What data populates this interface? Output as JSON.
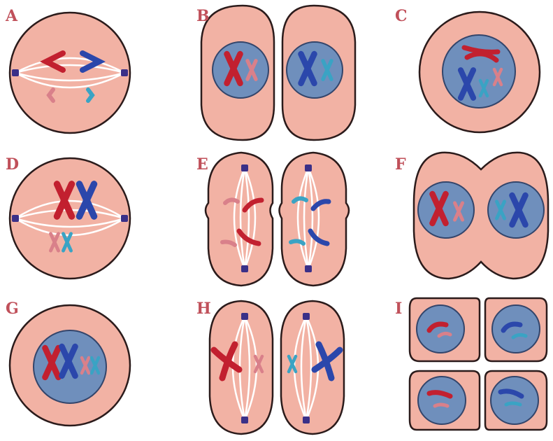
{
  "figure": {
    "label_color": "#c0505a",
    "colors": {
      "cytoplasm": "#f2b2a4",
      "cytoplasm_edge": "#e89a8c",
      "membrane": "#2b1b1b",
      "nucleus": "#6f8fbc",
      "nucleus_edge": "#33456b",
      "spindle": "#ffffff",
      "centrosome": "#3a3088",
      "chromosome_red": "#c2202f",
      "chromosome_blue": "#2b47ab",
      "chromosome_pink": "#d9808a",
      "chromosome_cyan": "#3aa3c4"
    },
    "panels": [
      {
        "id": "A",
        "label": "A",
        "stage": "anaphase-I-like"
      },
      {
        "id": "B",
        "label": "B",
        "stage": "two-cells-nuclei"
      },
      {
        "id": "C",
        "label": "C",
        "stage": "nucleus-crossing"
      },
      {
        "id": "D",
        "label": "D",
        "stage": "metaphase"
      },
      {
        "id": "E",
        "label": "E",
        "stage": "telophase-II-like"
      },
      {
        "id": "F",
        "label": "F",
        "stage": "cytokinesis"
      },
      {
        "id": "G",
        "label": "G",
        "stage": "prophase"
      },
      {
        "id": "H",
        "label": "H",
        "stage": "metaphase-II"
      },
      {
        "id": "I",
        "label": "I",
        "stage": "four-daughter-cells"
      }
    ]
  }
}
